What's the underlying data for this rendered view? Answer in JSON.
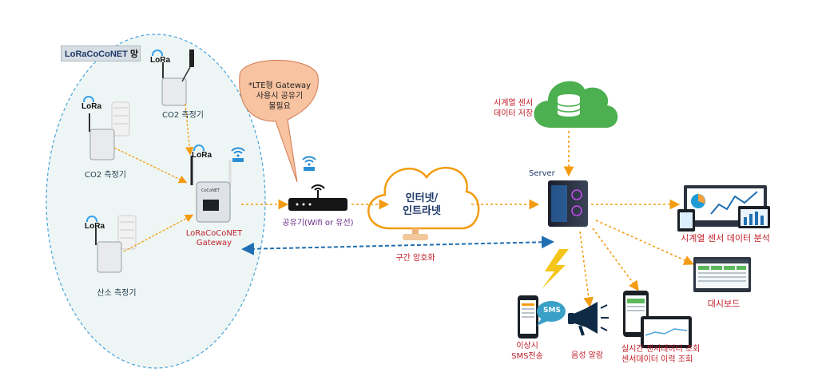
{
  "network_badge": {
    "brand": "LoRaCoCoNET",
    "suffix": "망"
  },
  "lora_label": "LoRa",
  "sensors": [
    {
      "label": "CO2 측정기"
    },
    {
      "label": "CO2 측정기"
    },
    {
      "label": "산소 측정기"
    }
  ],
  "gateway": {
    "label_line1": "LoRaCoCoNET",
    "label_line2": "Gateway"
  },
  "router": {
    "label": "공유기(Wifi or 유선)"
  },
  "callout": {
    "line1": "*LTE형 Gateway",
    "line2": "사용시 공유기",
    "line3": "불필요"
  },
  "internet": {
    "line1": "인터넷/",
    "line2": "인트라넷"
  },
  "encryption": {
    "label": "구간 암호화"
  },
  "cloud_storage": {
    "line1": "시계열 센서",
    "line2": "데이터 저장"
  },
  "server": {
    "label": "Server"
  },
  "outputs": {
    "analysis": "시계열 센서 데이터 분석",
    "dashboard": "대시보드",
    "realtime_line1": "실시간 센서데이터 조회",
    "realtime_line2": "센서데이터 이력 조회",
    "voice_alarm": "음성 알람",
    "sms_line1": "이상시",
    "sms_line2": "SMS전송",
    "sms_bubble": "SMS"
  },
  "colors": {
    "dotted_arrow": "#f39c12",
    "encryption_arrow": "#1f6fb2",
    "lan_ellipse_fill": "#eef6f5",
    "lan_ellipse_stroke": "#4aa3d8",
    "callout_fill": "#f8c3a0",
    "cloud_green": "#4caf50",
    "lightning": "#f5c518"
  }
}
